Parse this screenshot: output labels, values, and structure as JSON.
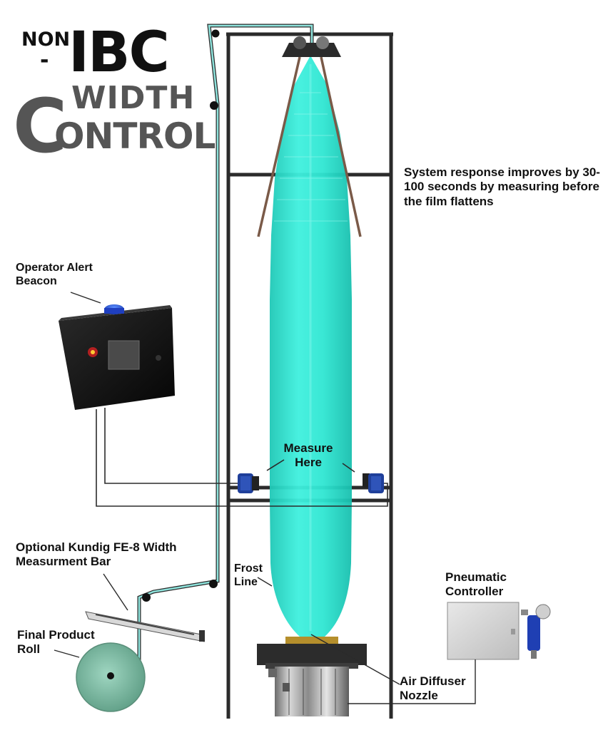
{
  "title": {
    "prefix": "NON",
    "dash": "-",
    "main": "IBC",
    "line2": "WIDTH",
    "cap": "C",
    "line3": "ONTROL"
  },
  "labels": {
    "system_response": "System response improves by 30-100 seconds by measuring before the film flattens",
    "operator_alert_line1": "Operator Alert",
    "operator_alert_line2": "Beacon",
    "measure_line1": "Measure",
    "measure_line2": "Here",
    "optional_bar_line1": "Optional Kundig FE-8 Width",
    "optional_bar_line2": "Measurment Bar",
    "frost_line1": "Frost",
    "frost_line2": "Line",
    "pneumatic_line1": "Pneumatic",
    "pneumatic_line2": "Controller",
    "final_roll_line1": "Final Product",
    "final_roll_line2": "Roll",
    "air_nozzle_line1": "Air Diffuser",
    "air_nozzle_line2": "Nozzle"
  },
  "colors": {
    "bubble": "#2ee8d4",
    "frame": "#2b2b2b",
    "film_path": "#8ee3dc",
    "beacon": "#1f4fd8",
    "sensor": "#1f3f9a",
    "title_dark": "#111111",
    "title_gray": "#555555",
    "roll": "#7fbfa6"
  }
}
